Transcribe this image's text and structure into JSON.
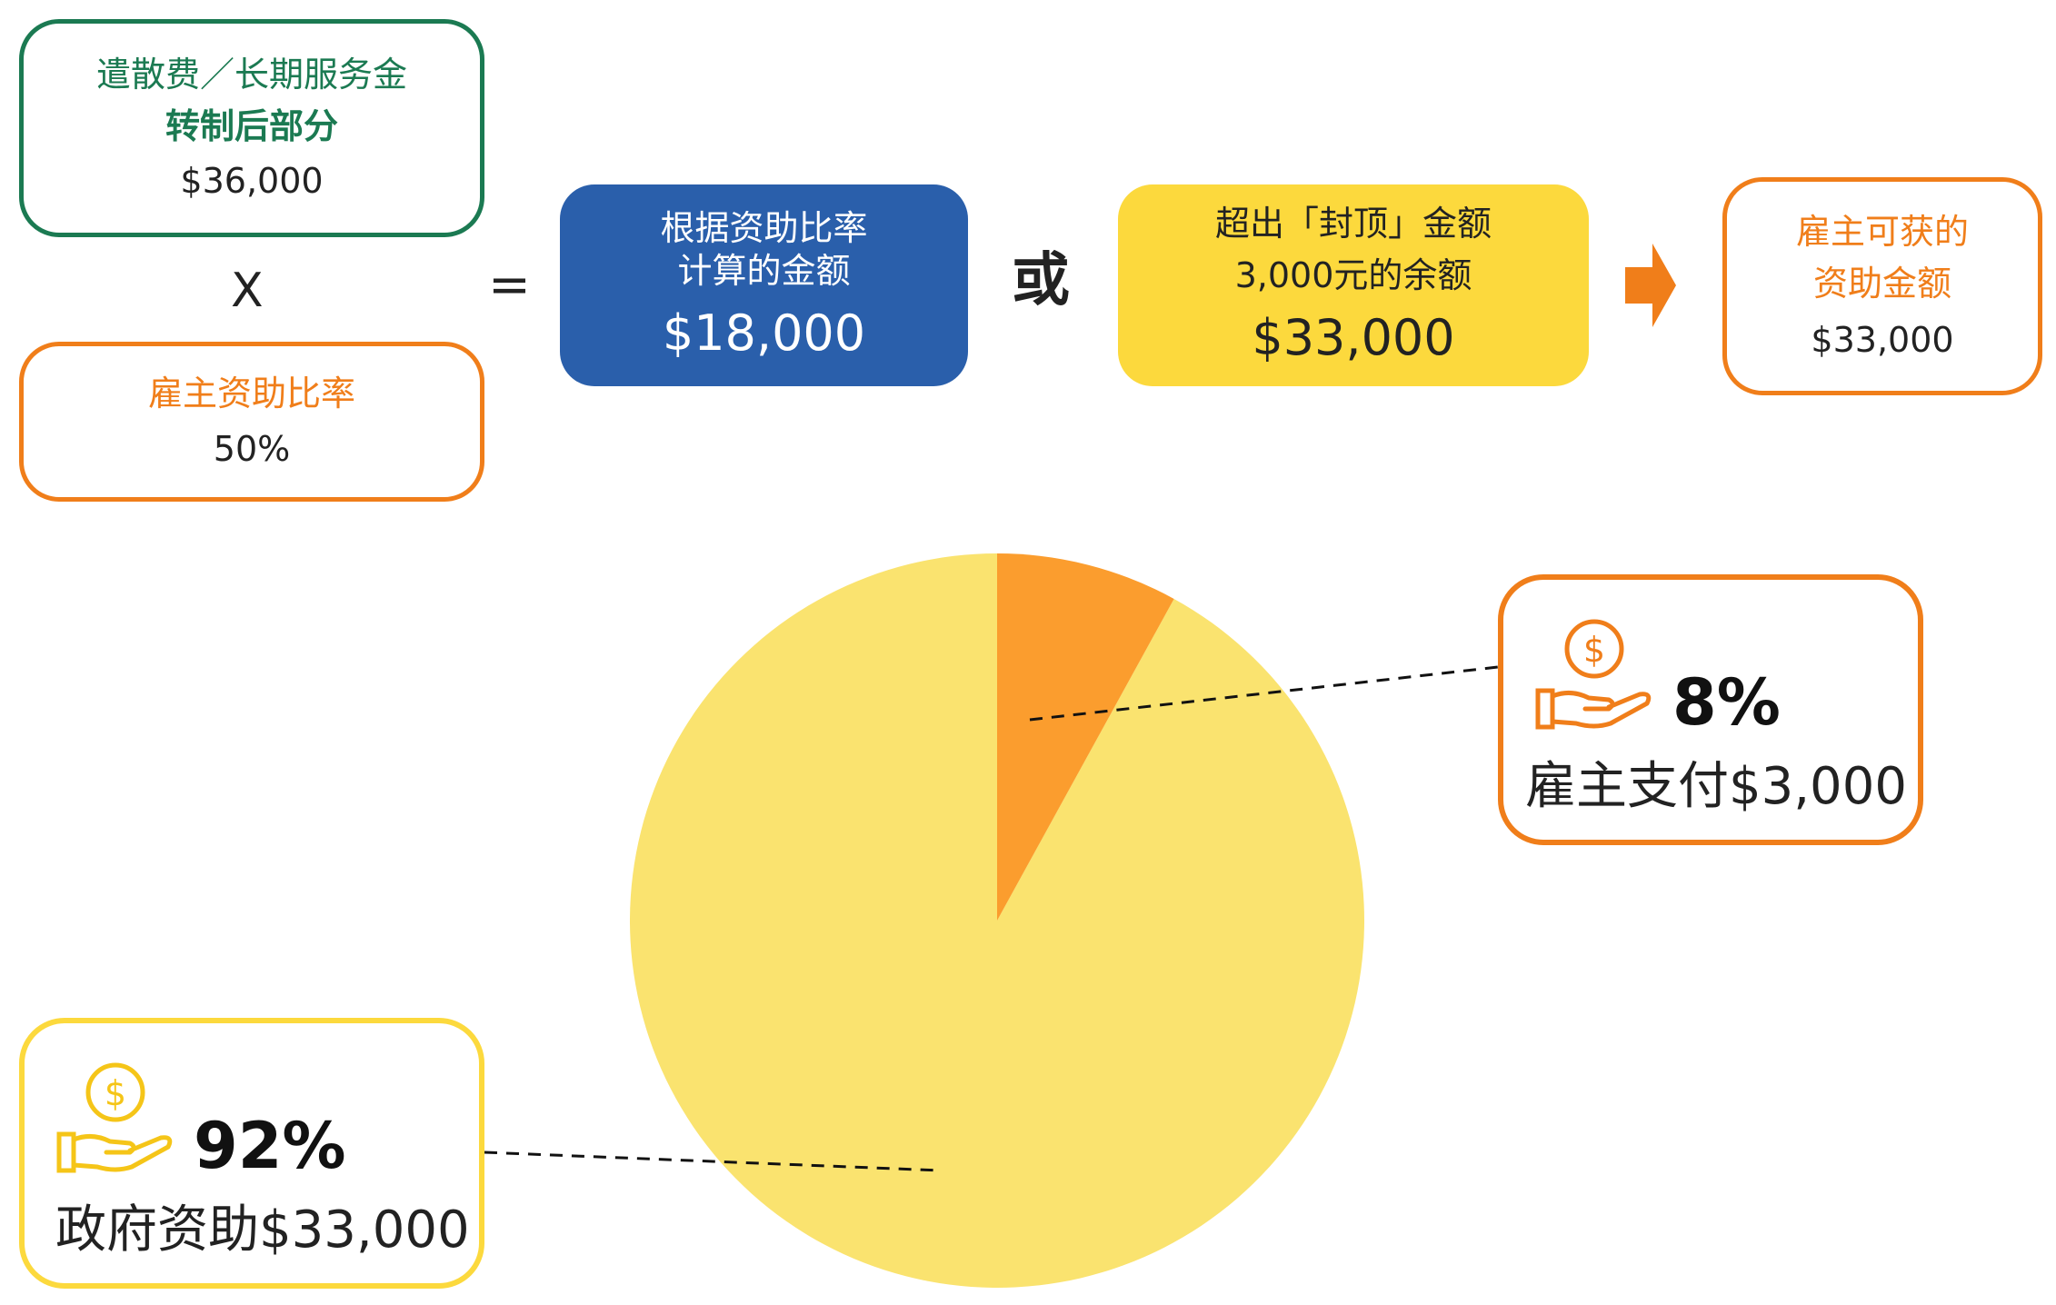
{
  "severance_box": {
    "line1": "遣散费／长期服务金",
    "line2": "转制后部分",
    "amount": "$36,000"
  },
  "multiply_sign": "X",
  "rate_box": {
    "label": "雇主资助比率",
    "value": "50%"
  },
  "equals_sign": "=",
  "calc_box": {
    "line1": "根据资助比率",
    "line2": "计算的金额",
    "amount": "$18,000"
  },
  "or_text": "或",
  "cap_box": {
    "line1": "超出「封顶」金额",
    "line2": "3,000元的余额",
    "amount": "$33,000"
  },
  "result_box": {
    "line1": "雇主可获的",
    "line2": "资助金额",
    "amount": "$33,000"
  },
  "colors": {
    "green": "#1b7a52",
    "orange": "#f07e1a",
    "blue": "#2a5fab",
    "yellow": "#fcd93d",
    "pie_yellow": "#fae36f",
    "pie_orange": "#fb9d2e"
  },
  "chart_data": {
    "type": "pie",
    "slices": [
      {
        "label": "雇主支付$3,000",
        "percent": 8,
        "color": "#fb9d2e"
      },
      {
        "label": "政府资助$33,000",
        "percent": 92,
        "color": "#fae36f"
      }
    ]
  },
  "callouts": {
    "employer": {
      "percent_label": "8%",
      "description": "雇主支付$3,000",
      "icon": "hand-coin-icon"
    },
    "government": {
      "percent_label": "92%",
      "description": "政府资助$33,000",
      "icon": "hand-coin-icon"
    }
  }
}
